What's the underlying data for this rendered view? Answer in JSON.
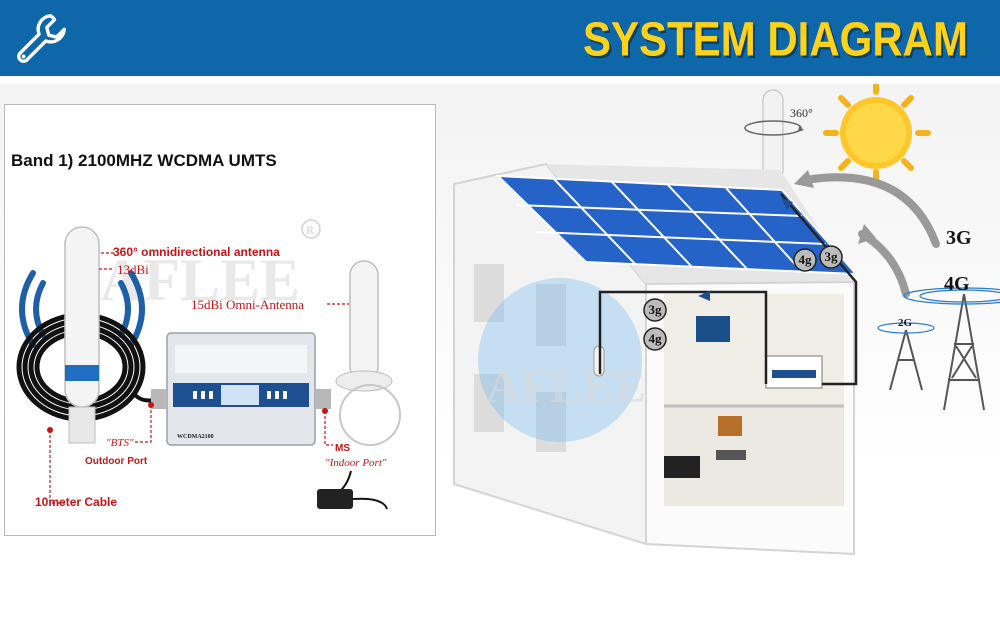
{
  "header": {
    "title": "SYSTEM DIAGRAM",
    "icon": "wrench-icon",
    "bg_color": "#0e67a8",
    "title_color": "#ffd21a"
  },
  "left_panel": {
    "band_title": "Band 1) 2100MHZ  WCDMA UMTS",
    "omni_antenna_label": "360° omnidirectional antenna",
    "omni_antenna_gain": "13dBi",
    "indoor_antenna_label": "15dBi Omni-Antenna",
    "bts_label": "\"BTS\"",
    "outdoor_port_label": "Outdoor Port",
    "ms_label": "MS",
    "indoor_port_label": "\"Indoor Port\"",
    "cable_label": "10meter Cable",
    "device_model": "WCDMA2100",
    "watermark": "AFLEE"
  },
  "house_diagram": {
    "rotation_label": "360°",
    "signal_labels": [
      "3G",
      "4G",
      "2G"
    ],
    "badges_roof": [
      "4g",
      "3g"
    ],
    "badges_room": [
      "3g",
      "4g"
    ],
    "watermark": "AFLEE"
  }
}
